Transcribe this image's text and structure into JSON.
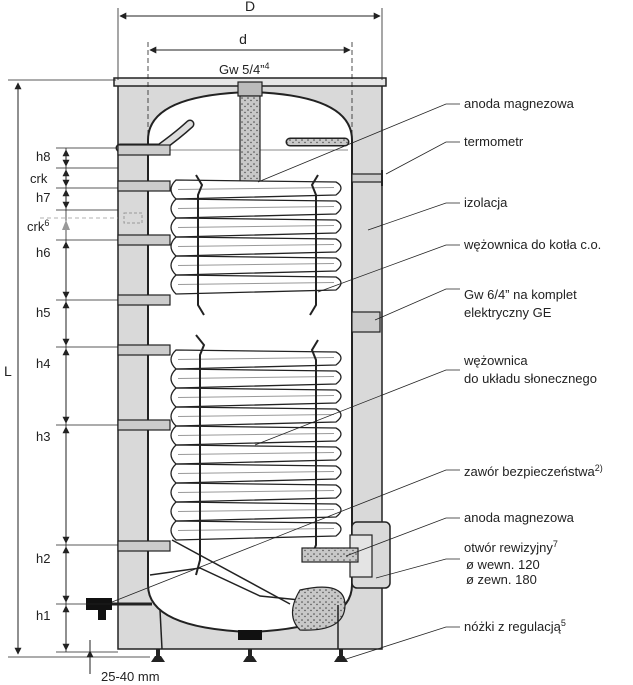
{
  "dimensions": {
    "D": "D",
    "d": "d",
    "L": "L",
    "top_connection": "Gw 5/4”",
    "top_connection_note": "4",
    "feet_range": "25-40 mm"
  },
  "left_markers": {
    "h8": "h8",
    "crk": "crk",
    "h7": "h7",
    "crk6": "crk",
    "crk6_note": "6",
    "h6": "h6",
    "h5": "h5",
    "h4": "h4",
    "h3": "h3",
    "h2": "h2",
    "h1": "h1"
  },
  "callouts": {
    "anode_top": "anoda magnezowa",
    "thermometer": "termometr",
    "insulation": "izolacja",
    "coil_boiler": "wężownica do kotła c.o.",
    "heater_line1": "Gw 6/4” na komplet",
    "heater_line2": "elektryczny GE",
    "coil_solar_line1": "wężownica",
    "coil_solar_line2": "do układu słonecznego",
    "safety_valve": "zawór bezpieczeństwa",
    "safety_valve_note": "2)",
    "anode_bottom": "anoda magnezowa",
    "inspection": "otwór rewizyjny",
    "inspection_note": "7",
    "inner_diam": "ø wewn. 120",
    "outer_diam": "ø zewn. 180",
    "feet": "nóżki z regulacją",
    "feet_note": "5"
  },
  "colors": {
    "insulation": "#d9d9d9",
    "line": "#222222",
    "coil_fill": "#b0b0b0"
  }
}
